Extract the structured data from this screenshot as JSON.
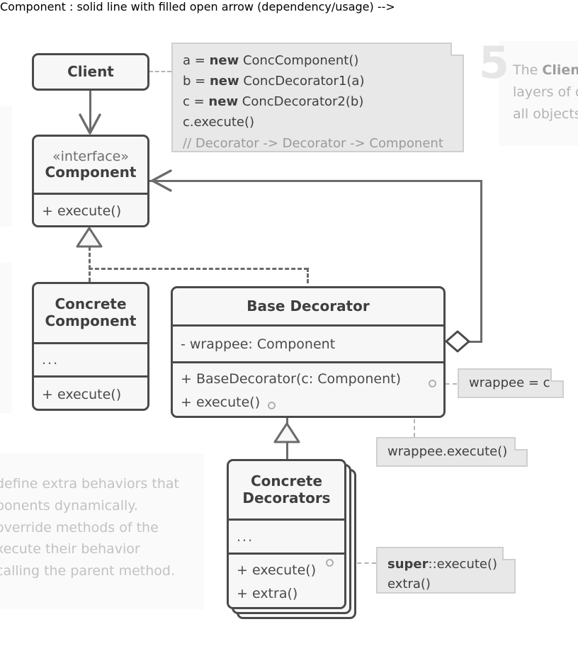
{
  "diagram": {
    "title": "Decorator pattern UML class diagram",
    "colors": {
      "box_border": "#4a4a4a",
      "box_fill": "#f7f7f7",
      "note_fill": "#e8e8e8",
      "note_border": "#cfcfcf",
      "connector": "#6b6b6b",
      "muted_text": "#b3b3b3",
      "panel_bg": "#fafafa"
    }
  },
  "classes": {
    "client": {
      "name": "Client"
    },
    "component": {
      "stereotype": "«interface»",
      "name": "Component",
      "methods": [
        "+ execute()"
      ]
    },
    "concrete_component": {
      "name_line1": "Concrete",
      "name_line2": "Component",
      "fields": [
        "..."
      ],
      "methods": [
        "+ execute()"
      ]
    },
    "base_decorator": {
      "name": "Base Decorator",
      "fields": [
        "- wrappee: Component"
      ],
      "methods": [
        "+ BaseDecorator(c: Component)",
        "+ execute()"
      ]
    },
    "concrete_decorators": {
      "name_line1": "Concrete",
      "name_line2": "Decorators",
      "fields": [
        "..."
      ],
      "methods": [
        "+ execute()",
        "+ extra()"
      ]
    }
  },
  "notes": {
    "client_code": {
      "lines": [
        {
          "pre": "a = ",
          "kw": "new",
          "post": " ConcComponent()"
        },
        {
          "pre": "b = ",
          "kw": "new",
          "post": " ConcDecorator1(a)"
        },
        {
          "pre": "c = ",
          "kw": "new",
          "post": " ConcDecorator2(b)"
        },
        {
          "pre": "c.execute()",
          "kw": "",
          "post": ""
        }
      ],
      "comment": "// Decorator -> Decorator -> Component"
    },
    "wrappee_assign": {
      "text": "wrappee = c"
    },
    "wrappee_execute": {
      "text": "wrappee.execute()"
    },
    "super_execute": {
      "line1_kw": "super",
      "line1_rest": "::execute()",
      "line2": "extra()"
    }
  },
  "caption": {
    "number": "5",
    "lines": [
      {
        "pre": "The ",
        "strong": "Client",
        "post": ""
      },
      {
        "pre": "layers of d",
        "strong": "",
        "post": ""
      },
      {
        "pre": "all objects",
        "strong": "",
        "post": ""
      }
    ]
  },
  "blurb": {
    "lines": [
      "define extra behaviors that",
      "ponents dynamically.",
      "override methods of the",
      "xecute their behavior",
      "calling the parent method."
    ]
  }
}
